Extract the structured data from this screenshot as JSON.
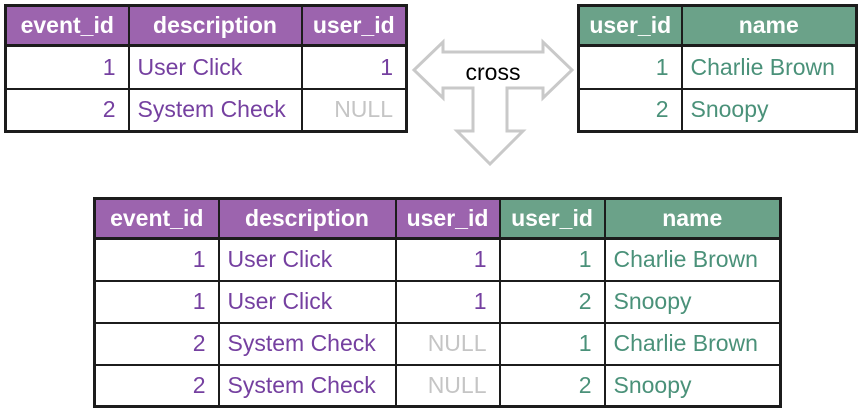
{
  "operator_label": "cross",
  "left_table": {
    "headers": [
      "event_id",
      "description",
      "user_id"
    ],
    "rows": [
      [
        "1",
        "User Click",
        "1"
      ],
      [
        "2",
        "System Check",
        "NULL"
      ]
    ]
  },
  "right_table": {
    "headers": [
      "user_id",
      "name"
    ],
    "rows": [
      [
        "1",
        "Charlie Brown"
      ],
      [
        "2",
        "Snoopy"
      ]
    ]
  },
  "result_table": {
    "headers": [
      "event_id",
      "description",
      "user_id",
      "user_id",
      "name"
    ],
    "rows": [
      [
        "1",
        "User Click",
        "1",
        "1",
        "Charlie Brown"
      ],
      [
        "1",
        "User Click",
        "1",
        "2",
        "Snoopy"
      ],
      [
        "2",
        "System Check",
        "NULL",
        "1",
        "Charlie Brown"
      ],
      [
        "2",
        "System Check",
        "NULL",
        "2",
        "Snoopy"
      ]
    ]
  },
  "colors": {
    "purple_header_bg": "#9c64ae",
    "purple_cell_text": "#7540a0",
    "green_header_bg": "#6ba289",
    "green_cell_text": "#4a9179",
    "null_text": "#c5c5c5",
    "header_text": "#ffffff",
    "table_border": "#1c1c1c",
    "arrow_outline": "#c9c9c9",
    "operator_text": "#000000"
  }
}
